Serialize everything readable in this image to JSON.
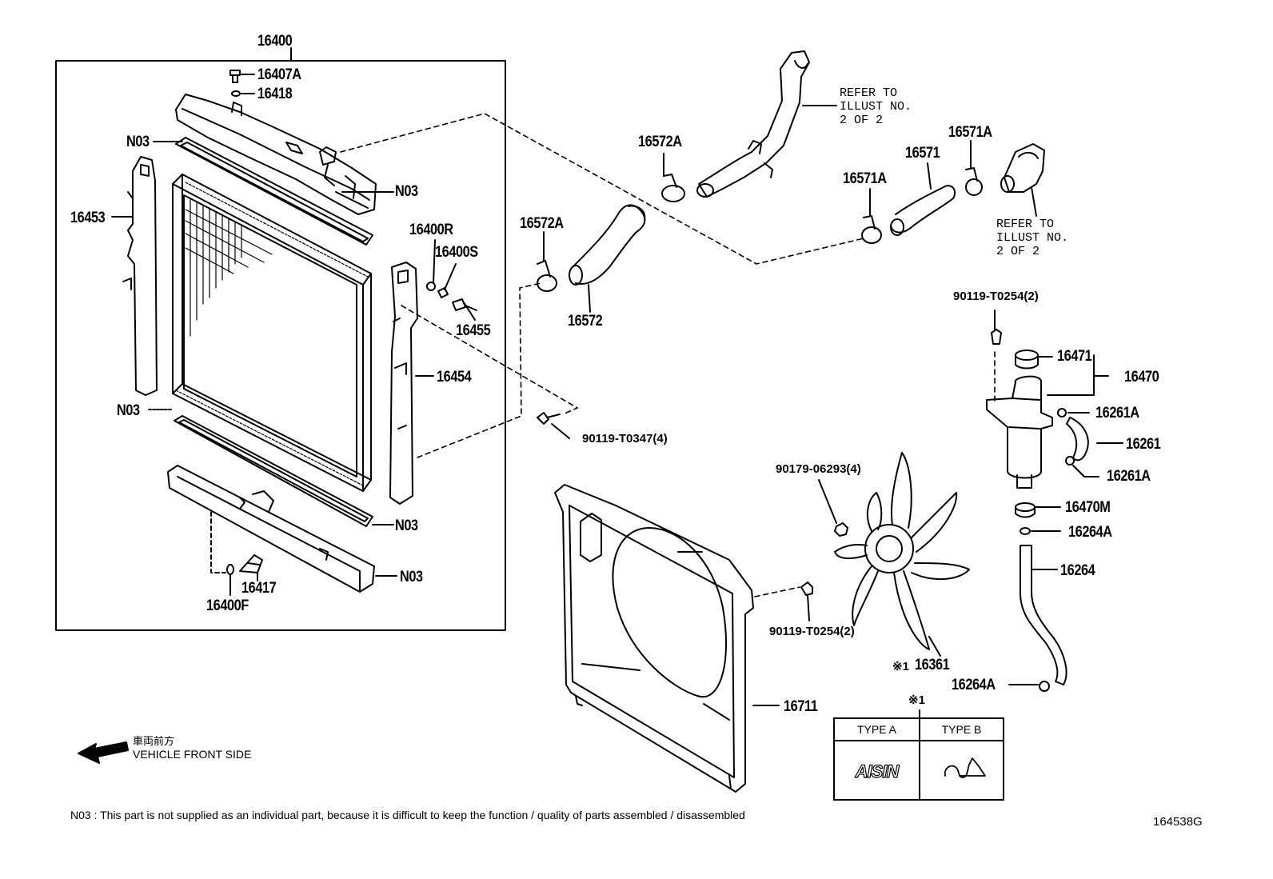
{
  "diagram": {
    "part_labels": {
      "p16400": "16400",
      "p16407A": "16407A",
      "p16418": "16418",
      "n03_top_gasket": "N03",
      "n03_top_tank": "N03",
      "p16453": "16453",
      "p16400R": "16400R",
      "p16400S": "16400S",
      "p16455": "16455",
      "p16454": "16454",
      "n03_core": "N03",
      "n03_bottom_gasket": "N03",
      "n03_bottom_tank": "N03",
      "p16417": "16417",
      "p16400F": "16400F",
      "p16572A_upper": "16572A",
      "p16572A_lower": "16572A",
      "p16572": "16572",
      "p16571A_left": "16571A",
      "p16571": "16571",
      "p16571A_right": "16571A",
      "p90119_T0347": "90119-T0347(4)",
      "p90119_T0254_top": "90119-T0254(2)",
      "p16471": "16471",
      "p16470": "16470",
      "p16261A_top": "16261A",
      "p16261": "16261",
      "p16261A_bottom": "16261A",
      "p16470M": "16470M",
      "p16264A_top": "16264A",
      "p16264": "16264",
      "p16264A_bottom": "16264A",
      "p90179_06293": "90179-06293(4)",
      "p90119_T0254_fan": "90119-T0254(2)",
      "p16361": "16361",
      "p16361_mark": "※1",
      "p16711": "16711"
    },
    "refer_notes": {
      "upper": "REFER TO\nILLUST NO.\n2 OF 2",
      "right": "REFER TO\nILLUST NO.\n2 OF 2"
    },
    "legend": {
      "mark": "※1",
      "type_a_header": "TYPE A",
      "type_b_header": "TYPE B",
      "type_a_logo": "AISIN"
    },
    "orientation": {
      "japanese": "車両前方",
      "english": "VEHICLE FRONT SIDE"
    },
    "footnote": "N03 : This part is not supplied as an individual part, because it is difficult to keep the function / quality of parts assembled / disassembled",
    "illustration_id": "164538G"
  }
}
